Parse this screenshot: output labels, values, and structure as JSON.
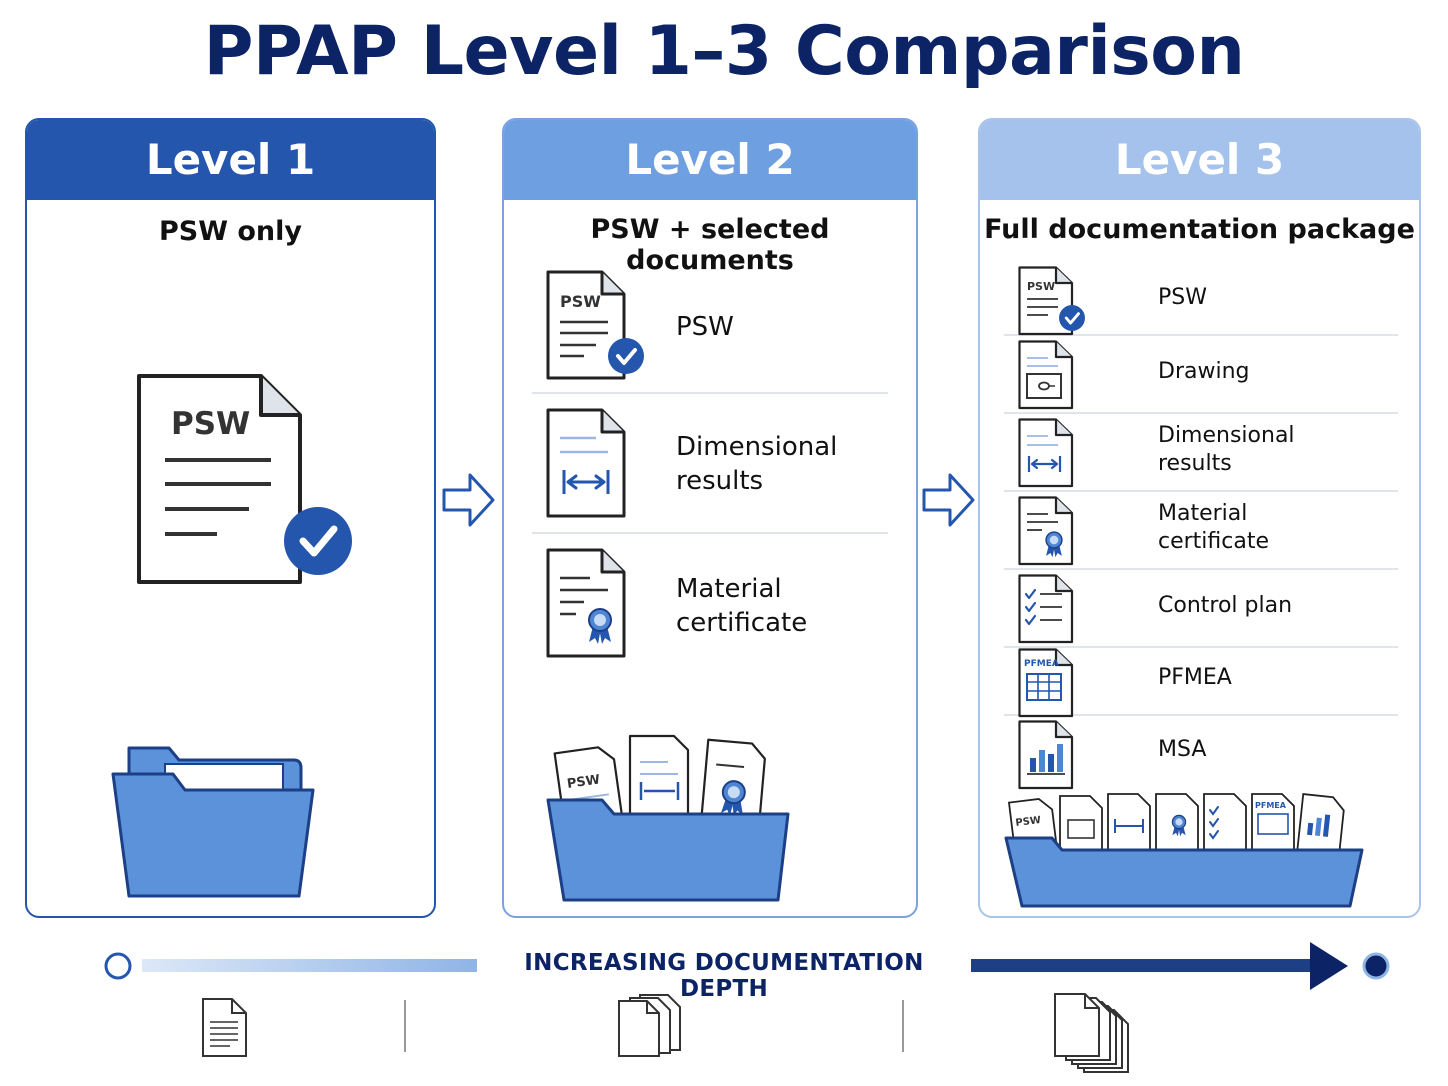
{
  "title": "PPAP Level 1–3 Comparison",
  "levels": [
    {
      "name": "Level 1",
      "subtitle": "PSW only",
      "icon": "psw-check-icon"
    },
    {
      "name": "Level 2",
      "subtitle": "PSW + selected documents",
      "items": [
        {
          "label": "PSW",
          "icon": "psw-check-icon"
        },
        {
          "label": "Dimensional results",
          "icon": "dimension-doc-icon"
        },
        {
          "label": "Material certificate",
          "icon": "certificate-doc-icon"
        }
      ]
    },
    {
      "name": "Level 3",
      "subtitle": "Full documentation package",
      "items": [
        {
          "label": "PSW",
          "icon": "psw-check-icon"
        },
        {
          "label": "Drawing",
          "icon": "drawing-doc-icon"
        },
        {
          "label": "Dimensional results",
          "icon": "dimension-doc-icon"
        },
        {
          "label": "Material certificate",
          "icon": "certificate-doc-icon"
        },
        {
          "label": "Control plan",
          "icon": "checklist-doc-icon"
        },
        {
          "label": "PFMEA",
          "icon": "pfmea-table-icon"
        },
        {
          "label": "MSA",
          "icon": "bar-chart-doc-icon"
        }
      ]
    }
  ],
  "doc_tags": {
    "psw": "PSW",
    "pfmea": "PFMEA"
  },
  "depth_label": "INCREASING DOCUMENTATION DEPTH",
  "colors": {
    "dark_blue": "#0c2466",
    "level1": "#2456ad",
    "level2": "#6e9fe0",
    "level3": "#a4c2ec",
    "folder": "#5b92da"
  }
}
